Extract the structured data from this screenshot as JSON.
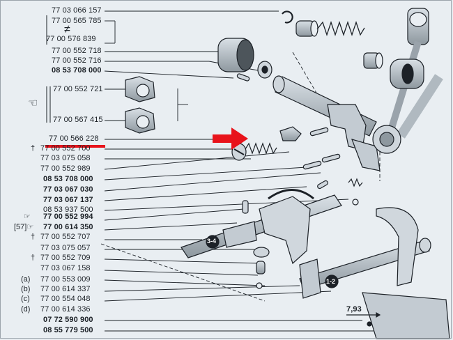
{
  "diagram": {
    "part_numbers": [
      {
        "id": "p1",
        "text": "77 03 066 157",
        "bold": false
      },
      {
        "id": "p2",
        "text": "77 00 565 785",
        "bold": false
      },
      {
        "id": "p3",
        "text": "77 00 576 839",
        "bold": false
      },
      {
        "id": "p4",
        "text": "77 00 552 718",
        "bold": false
      },
      {
        "id": "p5",
        "text": "77 00 552 716",
        "bold": false
      },
      {
        "id": "p6",
        "text": "08 53 708 000",
        "bold": true
      },
      {
        "id": "p7",
        "text": "77 00 552 721",
        "bold": false
      },
      {
        "id": "p8",
        "text": "77 00 567 415",
        "bold": false
      },
      {
        "id": "p9",
        "text": "77 00 566 228",
        "bold": false
      },
      {
        "id": "p10",
        "text": "77 00 552 700",
        "bold": false
      },
      {
        "id": "p11",
        "text": "77 03 075 058",
        "bold": false
      },
      {
        "id": "p12",
        "text": "77 00 552 989",
        "bold": false
      },
      {
        "id": "p13",
        "text": "08 53 708 000",
        "bold": true
      },
      {
        "id": "p14",
        "text": "77 03 067 030",
        "bold": true
      },
      {
        "id": "p15",
        "text": "77 03 067 137",
        "bold": true
      },
      {
        "id": "p16",
        "text": "08 53 937 500",
        "bold": false
      },
      {
        "id": "p17",
        "text": "77 00 552 994",
        "bold": true
      },
      {
        "id": "p18",
        "text": "77 00 614 350",
        "bold": true
      },
      {
        "id": "p19",
        "text": "77 00 552 707",
        "bold": false
      },
      {
        "id": "p20",
        "text": "77 03 075 057",
        "bold": false
      },
      {
        "id": "p21",
        "text": "77 00 552 709",
        "bold": false
      },
      {
        "id": "p22",
        "text": "77 03 067 158",
        "bold": false
      },
      {
        "id": "p23",
        "text": "77 00 553 009",
        "bold": false
      },
      {
        "id": "p24",
        "text": "77 00 614 337",
        "bold": false
      },
      {
        "id": "p25",
        "text": "77 00 554 048",
        "bold": false
      },
      {
        "id": "p26",
        "text": "77 00 614 336",
        "bold": false
      },
      {
        "id": "p27",
        "text": "07 72 590 900",
        "bold": true
      },
      {
        "id": "p28",
        "text": "08 55 779 500",
        "bold": true
      }
    ],
    "prefixes": [
      {
        "id": "x10",
        "text": "†"
      },
      {
        "id": "x17",
        "text": "☞"
      },
      {
        "id": "x18",
        "text": "[57]☞"
      },
      {
        "id": "x19",
        "text": "†"
      },
      {
        "id": "x21",
        "text": "†"
      },
      {
        "id": "x23",
        "text": "(a)"
      },
      {
        "id": "x24",
        "text": "(b)"
      },
      {
        "id": "x25",
        "text": "(c)"
      },
      {
        "id": "x26",
        "text": "(d)"
      }
    ],
    "not_equal_symbol": "≠",
    "hand_symbol": "☜",
    "gear_marks": [
      {
        "id": "g34",
        "text": "3-4"
      },
      {
        "id": "g12",
        "text": "1-2"
      }
    ],
    "dimension_label": "7,93",
    "highlight": {
      "part_number": "77 00 566 228",
      "arrow_color": "#e8131b",
      "underline_color": "#e8131b"
    },
    "colors": {
      "paper": "#e9eef2",
      "ink": "#1c2127",
      "shade": "#b9c2ca"
    }
  }
}
